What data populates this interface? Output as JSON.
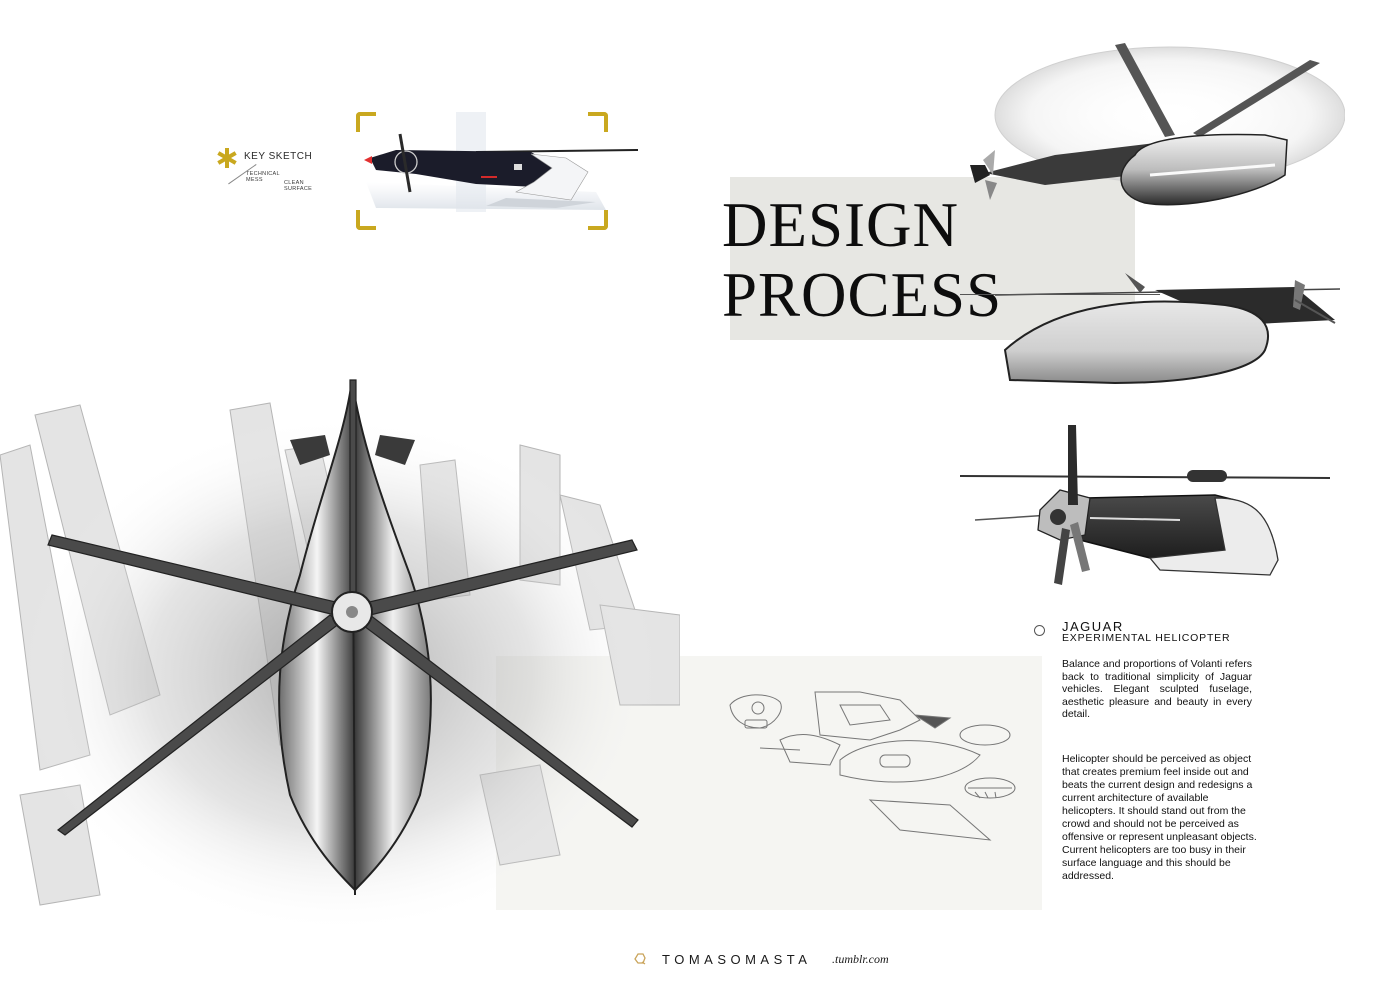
{
  "key_sketch": {
    "title": "KEY SKETCH",
    "label_left": "TECHNICAL MESS",
    "label_right": "CLEAN SURFACE",
    "accent_color": "#c9a81f"
  },
  "header": {
    "title_line1": "DESIGN",
    "title_line2": "PROCESS",
    "title_box_color": "#e7e7e3"
  },
  "illustrations": [
    {
      "id": "key-sketch",
      "label": "side view helicopter sketch (dark fuselage, red accents)"
    },
    {
      "id": "top-right-1",
      "label": "helicopter side view with rotor disc"
    },
    {
      "id": "top-right-2",
      "label": "helicopter reverse side view"
    },
    {
      "id": "right-3",
      "label": "helicopter three-quarter front view with propeller"
    },
    {
      "id": "main",
      "label": "top-down helicopter with five rotor blades over city"
    },
    {
      "id": "details",
      "label": "pencil detail sketches of components"
    }
  ],
  "description": {
    "title": "JAGUAR",
    "subtitle": "EXPERIMENTAL HELICOPTER",
    "paragraph1": "Balance and proportions of Volanti refers back to traditional simplicity of Jaguar vehicles. Elegant sculpted fuselage, aesthetic pleasure and beauty in every detail.",
    "paragraph2": "Helicopter should be perceived as object that creates premium feel inside out and beats the current design and redesigns a current architecture of available helicopters. It should stand out from the crowd and should not be perceived as offensive or represent unpleasant objects. Current helicopters are too busy in their surface language and this should be addressed."
  },
  "footer": {
    "name": "TOMASOMASTA",
    "domain": ".tumblr.com",
    "icon_color": "#c9a45a"
  }
}
